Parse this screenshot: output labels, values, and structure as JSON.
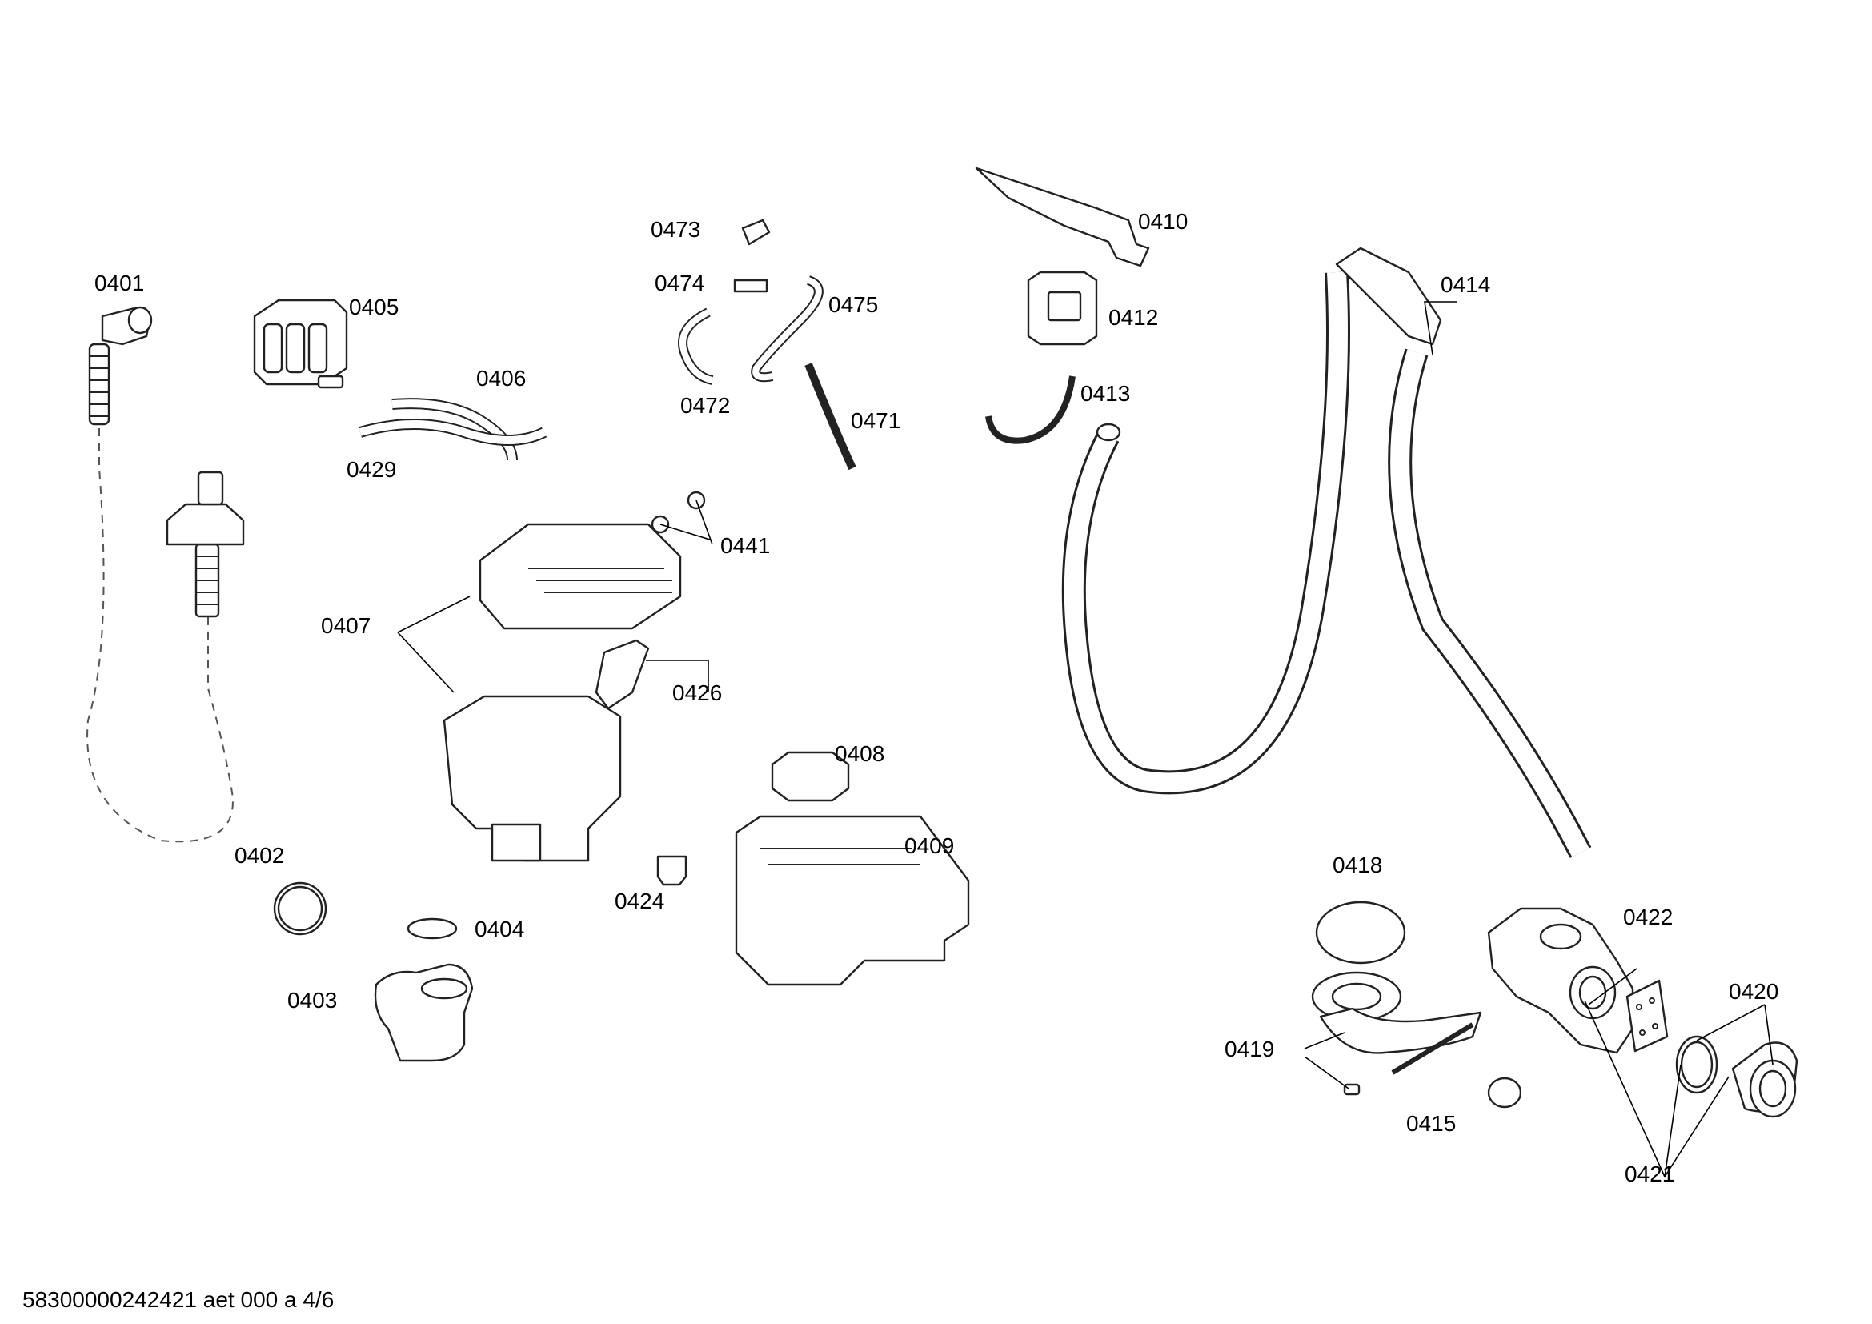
{
  "diagram": {
    "labels": {
      "p0401": "0401",
      "p0402": "0402",
      "p0403": "0403",
      "p0404": "0404",
      "p0405": "0405",
      "p0406": "0406",
      "p0407": "0407",
      "p0408": "0408",
      "p0409": "0409",
      "p0410": "0410",
      "p0412": "0412",
      "p0413": "0413",
      "p0414": "0414",
      "p0415": "0415",
      "p0418": "0418",
      "p0419": "0419",
      "p0420": "0420",
      "p0421": "0421",
      "p0422": "0422",
      "p0424": "0424",
      "p0426": "0426",
      "p0429": "0429",
      "p0441": "0441",
      "p0471": "0471",
      "p0472": "0472",
      "p0473": "0473",
      "p0474": "0474",
      "p0475": "0475"
    },
    "footer": "58300000242421 aet 000 a 4/6"
  }
}
